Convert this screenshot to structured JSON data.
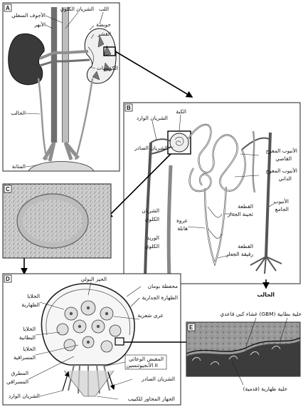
{
  "panels": {
    "A": {
      "letter": "A",
      "labels": {
        "renal_artery": "الشريان الكلوي",
        "ivc": "الأجوف السفلي",
        "aorta": "الأبهر",
        "medulla": "اللب",
        "pyramid": "حويضة",
        "cortex": "القشر",
        "calyces": "الكؤيسات",
        "ureter": "الحالب",
        "bladder": "المثانة"
      }
    },
    "B": {
      "letter": "B",
      "labels": {
        "capsule": "الكبة",
        "afferent": "الشريان الوارد",
        "efferent": "الشريان الصادر",
        "distal": "الأنبوب المعوج القاصي",
        "proximal": "الأنبوب المعوج الداني",
        "collecting": "الأنبوب الجامع",
        "thick_segment": "القطعة ثخينة الجدار",
        "thin_segment": "القطعة رقيقة الجدار",
        "renal_artery": "الشريان الكلوي",
        "renal_vein": "الوريد الكلوي",
        "loop": "عروة هانلة",
        "ureter": "الحالب"
      }
    },
    "C": {
      "letter": "C"
    },
    "D": {
      "letter": "D",
      "labels": {
        "urinary_space": "الحيز البولي",
        "bowman": "محفظة بومان",
        "parietal_epi": "الظهارة الجدارية",
        "capillary_loops": "عرى شعرية",
        "epithelial_cells": "الخلايا الظهارية",
        "endothelial_cells": "الخلايا البطانية",
        "mesangial_cells": "الخلايا المسراقية",
        "mesangial_matrix": "المطرق المسراقي",
        "afferent": "الشريان الوارد",
        "angiotensin": "المقبض الوعائي الأنجيوتنسين II",
        "efferent": "الشريان الصادر",
        "jga": "الجهاز المجاور للكبيب"
      }
    },
    "E": {
      "letter": "E",
      "labels": {
        "gbm": "غشاء كبي قاعدي (GBM) خلية بطانية",
        "podocyte": "خلية ظهارية (قدمية)"
      }
    }
  },
  "colors": {
    "outline": "#222222",
    "kidney_dark": "#3a3a3a",
    "vessel_gray": "#8f8f8f",
    "micrograph_bg": "#d9d9d9",
    "em_dark": "#3c3c3c"
  }
}
